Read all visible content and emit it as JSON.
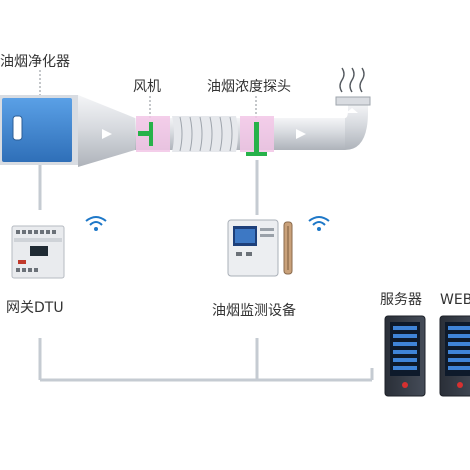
{
  "labels": {
    "purifier": "油烟净化器",
    "fan": "风机",
    "probe": "油烟浓度探头",
    "gateway": "网关DTU",
    "monitor": "油烟监测设备",
    "server": "服务器",
    "web": "WEB"
  },
  "colors": {
    "wifi": "#1e78c8",
    "duct": "#c8ccd2",
    "purifier": "#3b86d6",
    "band": "#f2c6e6",
    "sensor": "#27b24a",
    "line": "#c5cbd2"
  }
}
